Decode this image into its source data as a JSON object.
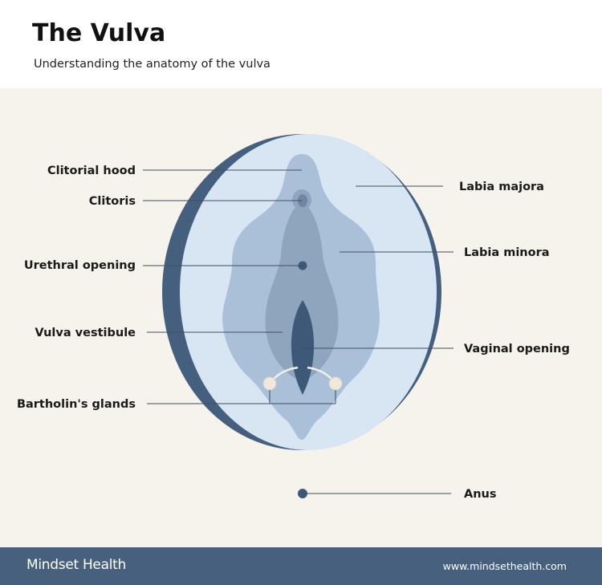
{
  "header": {
    "title": "The Vulva",
    "subtitle": "Understanding the anatomy of the vulva"
  },
  "labels": {
    "clitorial_hood": "Clitorial hood",
    "clitoris": "Clitoris",
    "urethral_opening": "Urethral opening",
    "vulva_vestibule": "Vulva vestibule",
    "bartholins_glands": "Bartholin's glands",
    "labia_majora": "Labia majora",
    "labia_minora": "Labia minora",
    "vaginal_opening": "Vaginal opening",
    "anus": "Anus"
  },
  "footer": {
    "brand": "Mindset Health",
    "url": "www.mindsethealth.com"
  },
  "colors": {
    "background": "#f6f2ec",
    "footer": "#47607d",
    "outer_rim": "#44607e",
    "labia_majora": "#d8e6f4",
    "labia_minora": "#a9c0d8",
    "vestibule": "#8fa5be",
    "openings": "#3e5978",
    "glands": "#efe8dc"
  }
}
